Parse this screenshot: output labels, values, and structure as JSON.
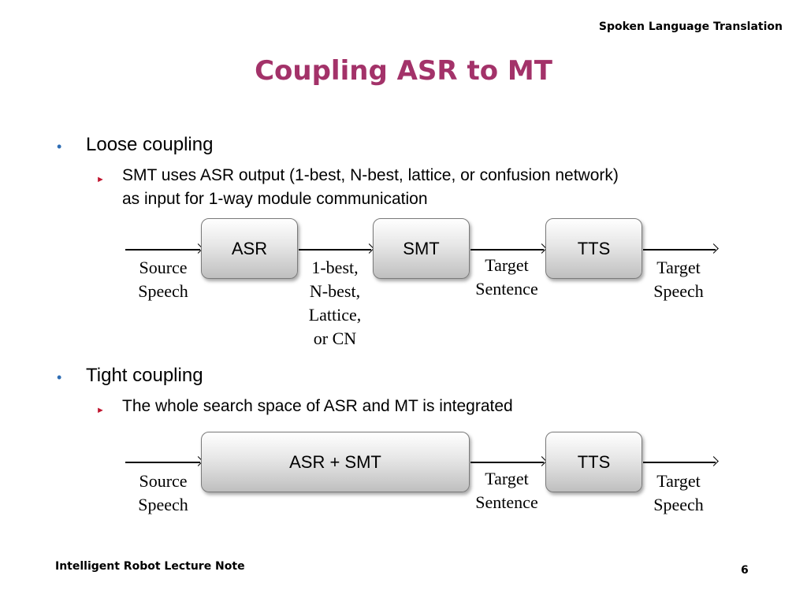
{
  "header": {
    "text": "Spoken Language Translation"
  },
  "title": "Coupling ASR to MT",
  "sections": [
    {
      "bullet": "Loose coupling",
      "sub": [
        "SMT uses ASR output (1-best, N-best, lattice, or confusion network)",
        "as input for 1-way module communication"
      ]
    },
    {
      "bullet": "Tight coupling",
      "sub": [
        "The whole search space of ASR and MT is integrated"
      ]
    }
  ],
  "diagram1": {
    "boxes": [
      "ASR",
      "SMT",
      "TTS"
    ],
    "labels": {
      "source": [
        "Source",
        "Speech"
      ],
      "asr_out": [
        "1-best,",
        "N-best,",
        "Lattice,",
        "or CN"
      ],
      "smt_out": [
        "Target",
        "Sentence"
      ],
      "tts_out": [
        "Target",
        "Speech"
      ]
    }
  },
  "diagram2": {
    "boxes": [
      "ASR + SMT",
      "TTS"
    ],
    "labels": {
      "source": [
        "Source",
        "Speech"
      ],
      "mid": [
        "Target",
        "Sentence"
      ],
      "out": [
        "Target",
        "Speech"
      ]
    }
  },
  "footer": {
    "left": "Intelligent Robot Lecture Note",
    "page": "6"
  },
  "symbols": {
    "bullet": "•",
    "sub_marker": "►"
  },
  "colors": {
    "title": "#A33269",
    "bullet": "#2E6DB4",
    "sub_marker": "#C0152F"
  }
}
